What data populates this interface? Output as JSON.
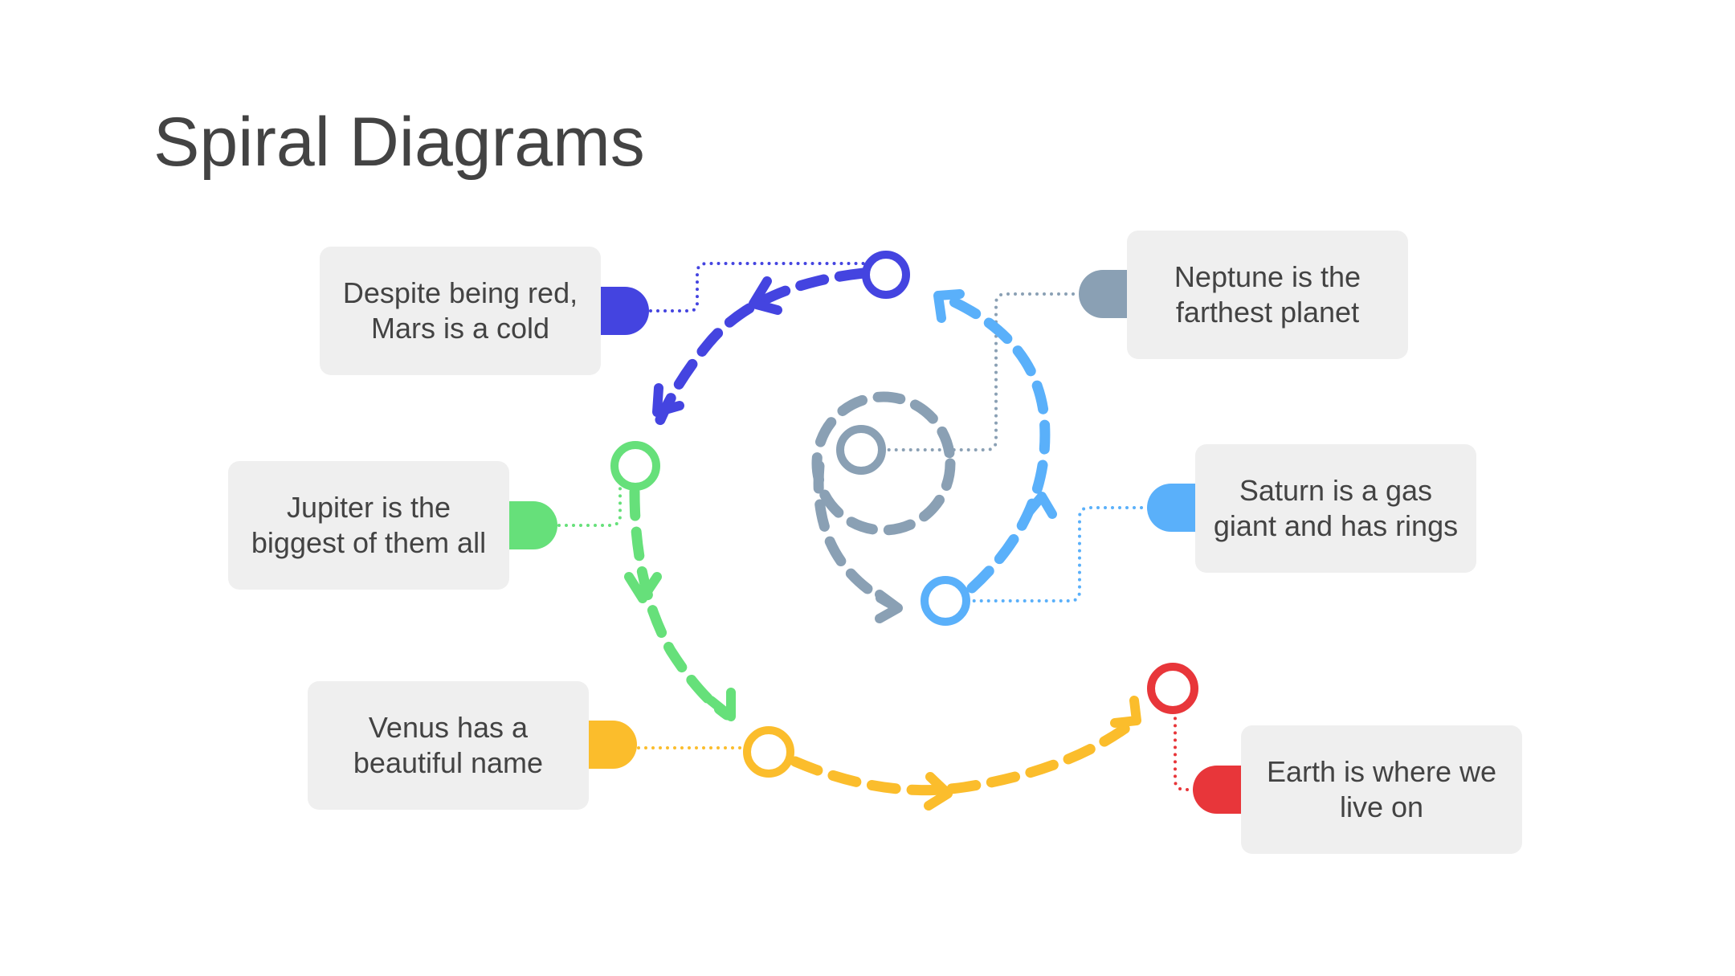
{
  "title": "Spiral Diagrams",
  "items": [
    {
      "id": "mars",
      "text": "Despite being red, Mars is a cold",
      "color": "#4444e0"
    },
    {
      "id": "neptune",
      "text": "Neptune is the farthest planet",
      "color": "#8aa0b4"
    },
    {
      "id": "jupiter",
      "text": "Jupiter is the biggest of them all",
      "color": "#66e07a"
    },
    {
      "id": "saturn",
      "text": "Saturn is a gas giant and has rings",
      "color": "#5ab0fa"
    },
    {
      "id": "venus",
      "text": "Venus has a beautiful name",
      "color": "#fbbd2c"
    },
    {
      "id": "earth",
      "text": "Earth is where we live on",
      "color": "#e8363a"
    }
  ]
}
